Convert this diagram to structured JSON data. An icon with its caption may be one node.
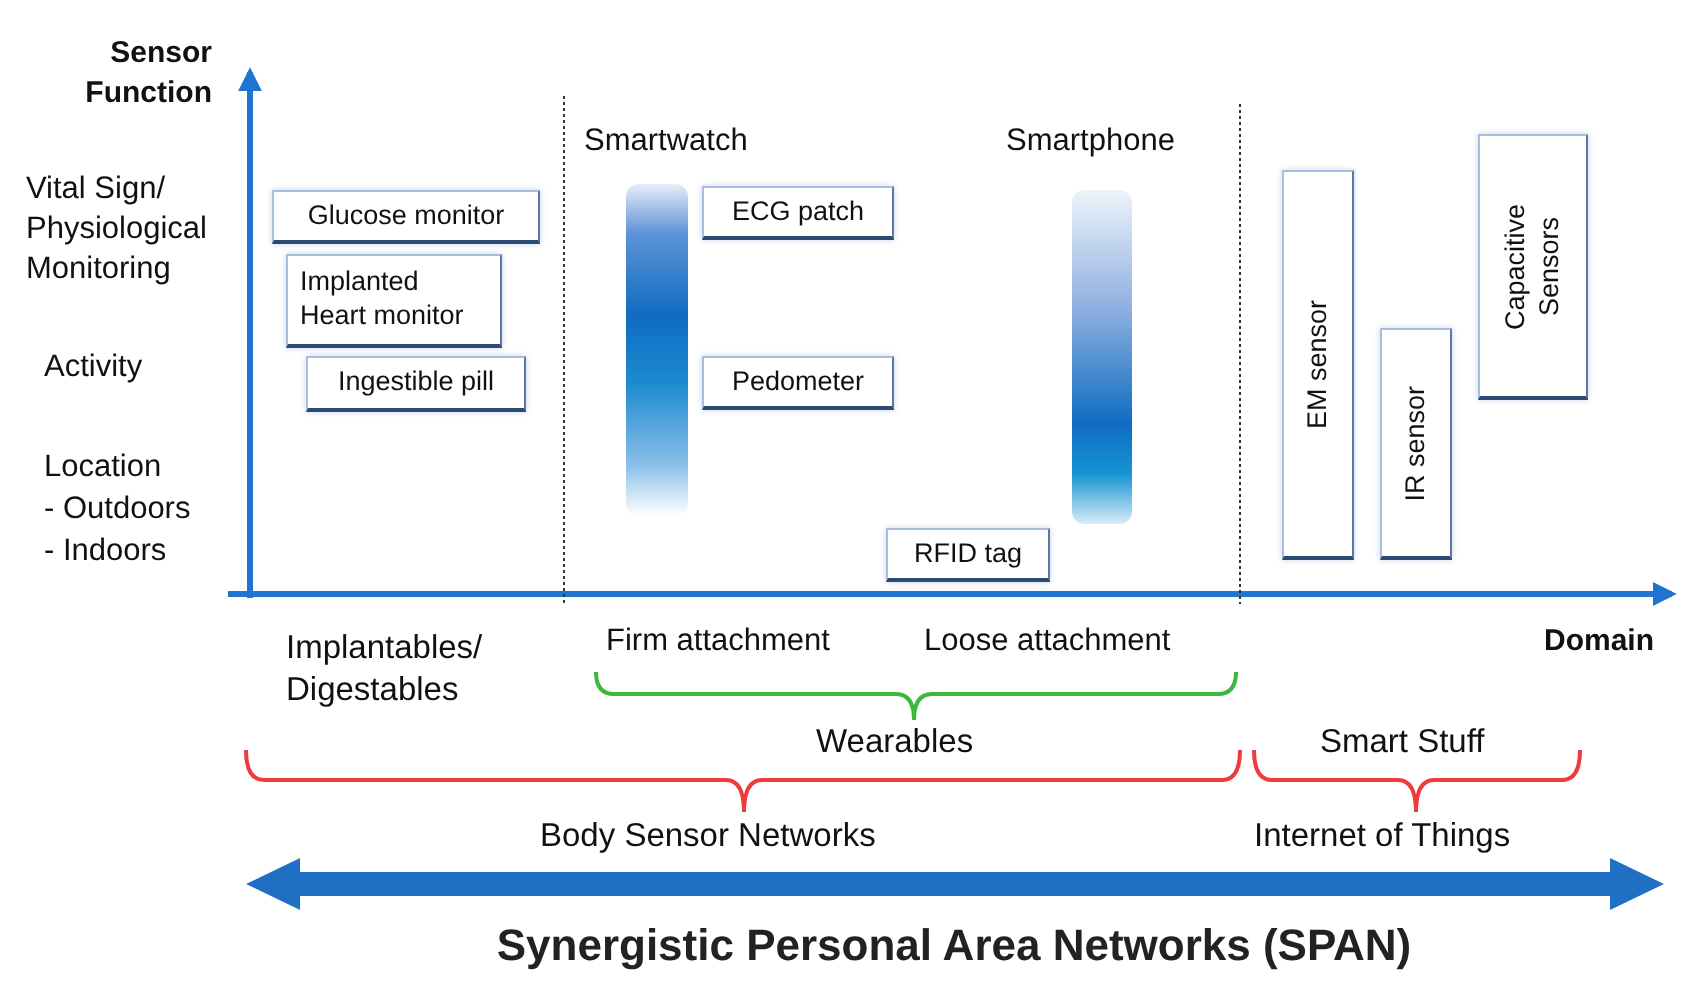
{
  "diagram": {
    "title": "Synergistic Personal Area Networks (SPAN)",
    "nodes": [
      {
        "text": [
          "Glucose monitor"
        ]
      },
      {
        "text": [
          "Implanted Heart monitor"
        ]
      },
      {
        "text": [
          "Ingestible pill"
        ]
      },
      {
        "text": [
          "Smartwatch"
        ]
      },
      {
        "text": [
          "ECG patch"
        ]
      },
      {
        "text": [
          "Pedometer"
        ]
      },
      {
        "text": [
          "Smartphone"
        ]
      },
      {
        "text": [
          "RFID tag"
        ]
      },
      {
        "text": [
          "EM sensor"
        ]
      },
      {
        "text": [
          "IR sensor"
        ]
      },
      {
        "text": [
          "Capacitive Sensors"
        ]
      }
    ],
    "labels": [
      "Sensor Function",
      "Vital Sign/ Physiological Monitoring",
      "Activity",
      "Location",
      "- Outdoors",
      "- Indoors",
      "Domain",
      "Implantables/ Digestables",
      "Firm attachment",
      "Loose attachment",
      "Wearables",
      "Smart Stuff",
      "Body Sensor Networks",
      "Internet of Things"
    ]
  }
}
